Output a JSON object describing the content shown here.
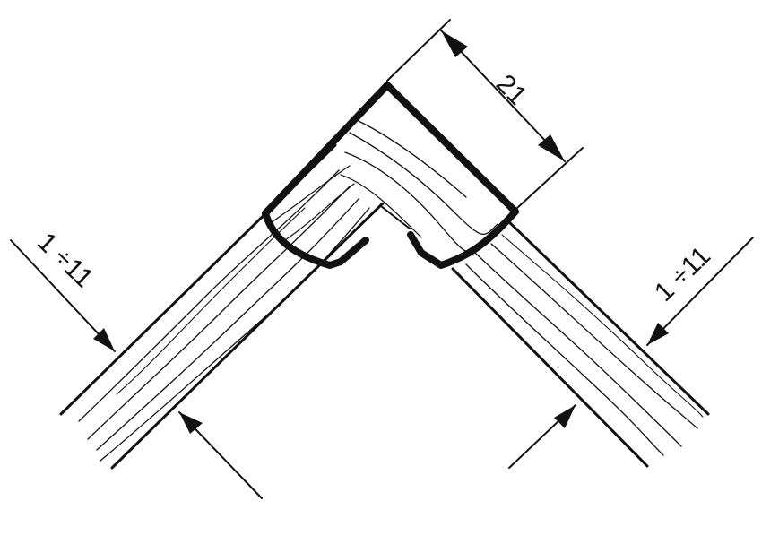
{
  "dimensions": {
    "top_width": "21",
    "left_thickness": "1 ÷11",
    "right_thickness": "1 ÷11"
  },
  "colors": {
    "line": "#111111",
    "background": "#ffffff"
  }
}
